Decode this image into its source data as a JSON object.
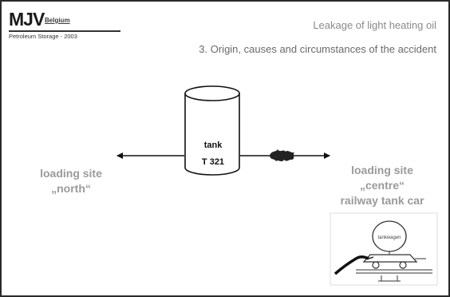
{
  "header": {
    "logo_main": "MJV",
    "logo_sub1": "Belgium",
    "logo_sub2": "Petroleum Storage - 2003",
    "title": "Leakage of light heating oil",
    "subtitle": "3. Origin, causes and circumstances of the accident"
  },
  "diagram": {
    "tank_label_line1": "tank",
    "tank_label_line2": "T 321",
    "left_site_line1": "loading site",
    "left_site_line2": "„north“",
    "right_site_line1": "loading site",
    "right_site_line2": "„centre“",
    "right_site_line3": "railway tank car",
    "car_label": "tankwagen"
  },
  "colors": {
    "border": "#2a2a2a",
    "label_gray": "#9a9a9a",
    "title_gray": "#8a8a8a",
    "line": "#111111"
  }
}
